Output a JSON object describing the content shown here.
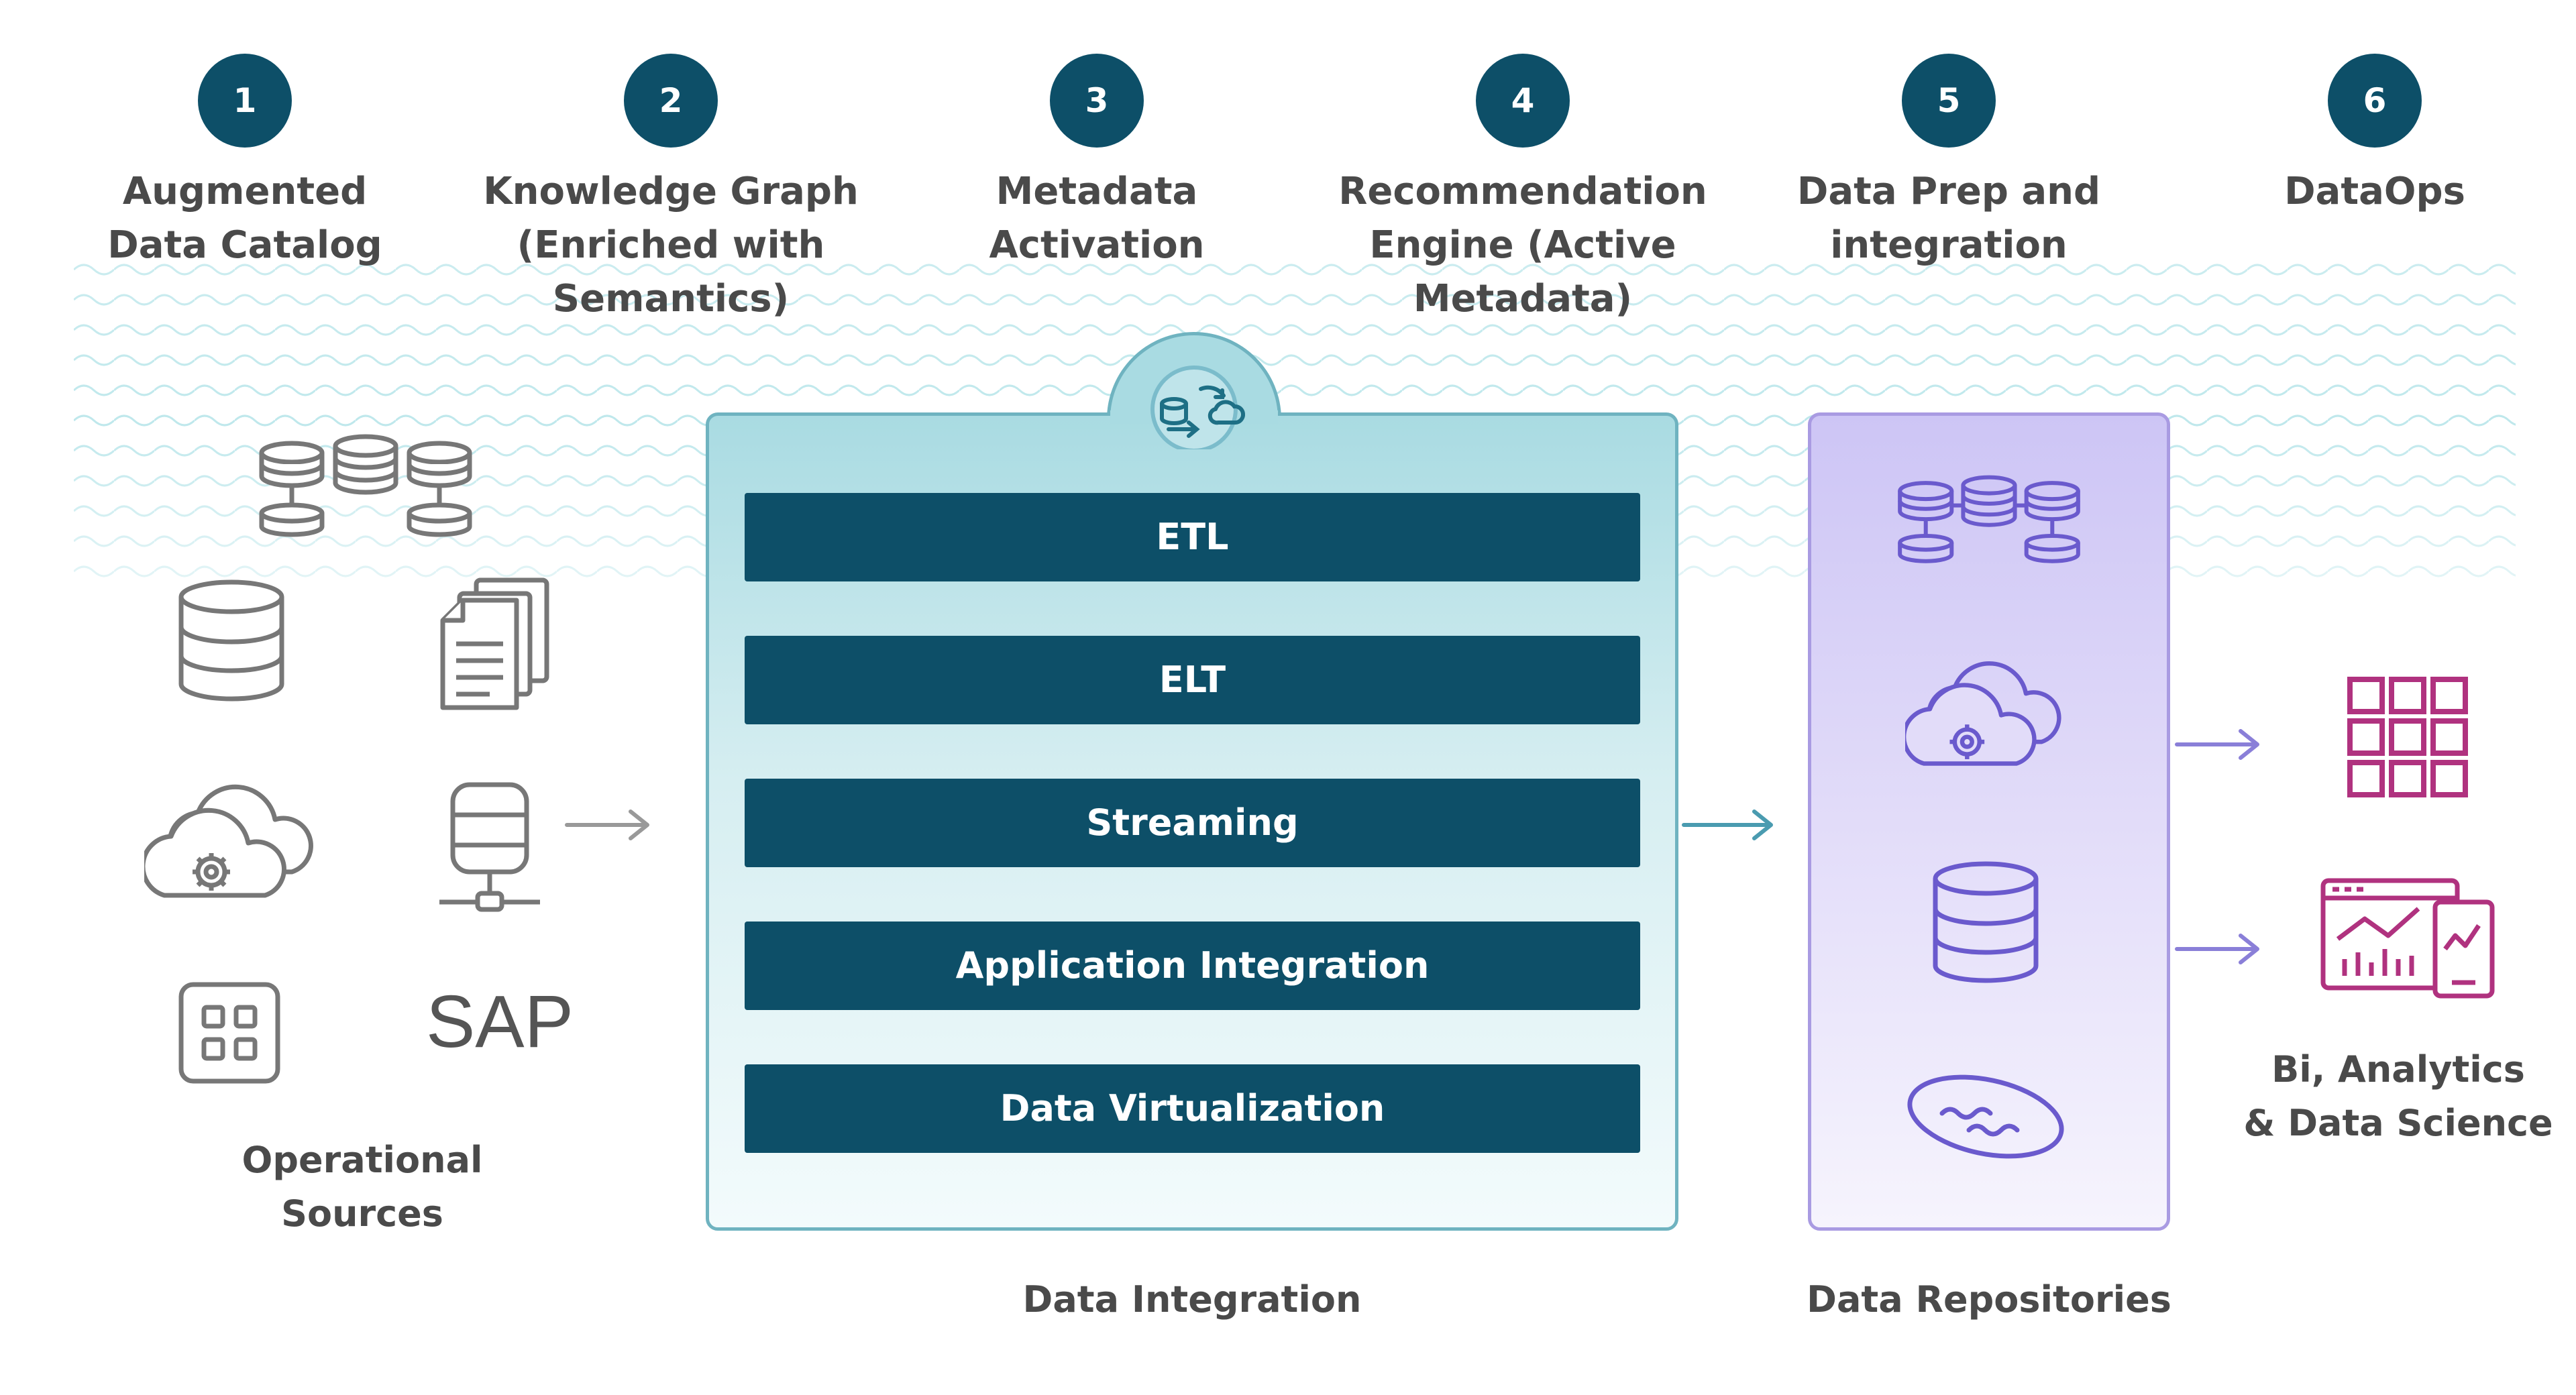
{
  "steps": [
    {
      "number": "1",
      "label": "Augmented\nData Catalog"
    },
    {
      "number": "2",
      "label": "Knowledge Graph\n(Enriched with\nSemantics)"
    },
    {
      "number": "3",
      "label": "Metadata\nActivation"
    },
    {
      "number": "4",
      "label": "Recommendation\nEngine (Active\nMetadata)"
    },
    {
      "number": "5",
      "label": "Data Prep and\nintegration"
    },
    {
      "number": "6",
      "label": "DataOps"
    }
  ],
  "integration": {
    "methods": [
      "ETL",
      "ELT",
      "Streaming",
      "Application Integration",
      "Data Virtualization"
    ],
    "caption": "Data Integration"
  },
  "sources": {
    "caption": "Operational\nSources",
    "sap_label": "SAP"
  },
  "repositories": {
    "caption": "Data Repositories"
  },
  "consumers": {
    "caption": "Bi, Analytics\n& Data Science"
  },
  "colors": {
    "step_circle": "#0d4f68",
    "method_bar": "#0d4f68",
    "integration_panel": "#a9dbe2",
    "repository_panel": "#cdc5f5",
    "consumer_icons": "#b0327f",
    "repository_icons": "#6a5acd",
    "arrow": "#4a9bb0"
  },
  "icons": {
    "sources": [
      "database-network-icon",
      "database-icon",
      "documents-icon",
      "cloud-gear-icon",
      "server-icon",
      "app-grid-icon"
    ],
    "integration_badge": "data-sync-icon",
    "repositories": [
      "database-network-icon",
      "cloud-gear-icon",
      "database-icon",
      "data-lake-icon"
    ],
    "consumers": [
      "dashboard-grid-icon",
      "analytics-chart-icon"
    ]
  }
}
